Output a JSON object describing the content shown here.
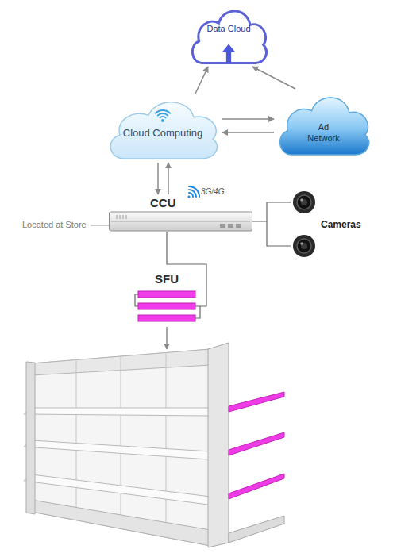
{
  "diagram": {
    "nodes": [
      {
        "text": [
          "Data Cloud"
        ]
      },
      {
        "text": [
          "Cloud Computing"
        ]
      },
      {
        "text": [
          "Ad Network"
        ]
      },
      {
        "text": [
          "CCU"
        ]
      },
      {
        "text": [
          "Cameras"
        ]
      },
      {
        "text": [
          "SFU"
        ]
      }
    ],
    "edges": [
      {
        "from": 1,
        "to": 0,
        "arrow": "to"
      },
      {
        "from": 2,
        "to": 0,
        "arrow": "to"
      },
      {
        "from": 1,
        "to": 2,
        "arrow": "to"
      },
      {
        "from": 2,
        "to": 1,
        "arrow": "to"
      },
      {
        "from": 1,
        "to": 3,
        "arrow": "to"
      },
      {
        "from": 3,
        "to": 1,
        "arrow": "to"
      },
      {
        "from": 3,
        "to": 4,
        "arrow": "none"
      },
      {
        "from": 3,
        "to": 5,
        "arrow": "none"
      }
    ],
    "labels": [
      "3G/4G",
      "Located at Store"
    ]
  }
}
